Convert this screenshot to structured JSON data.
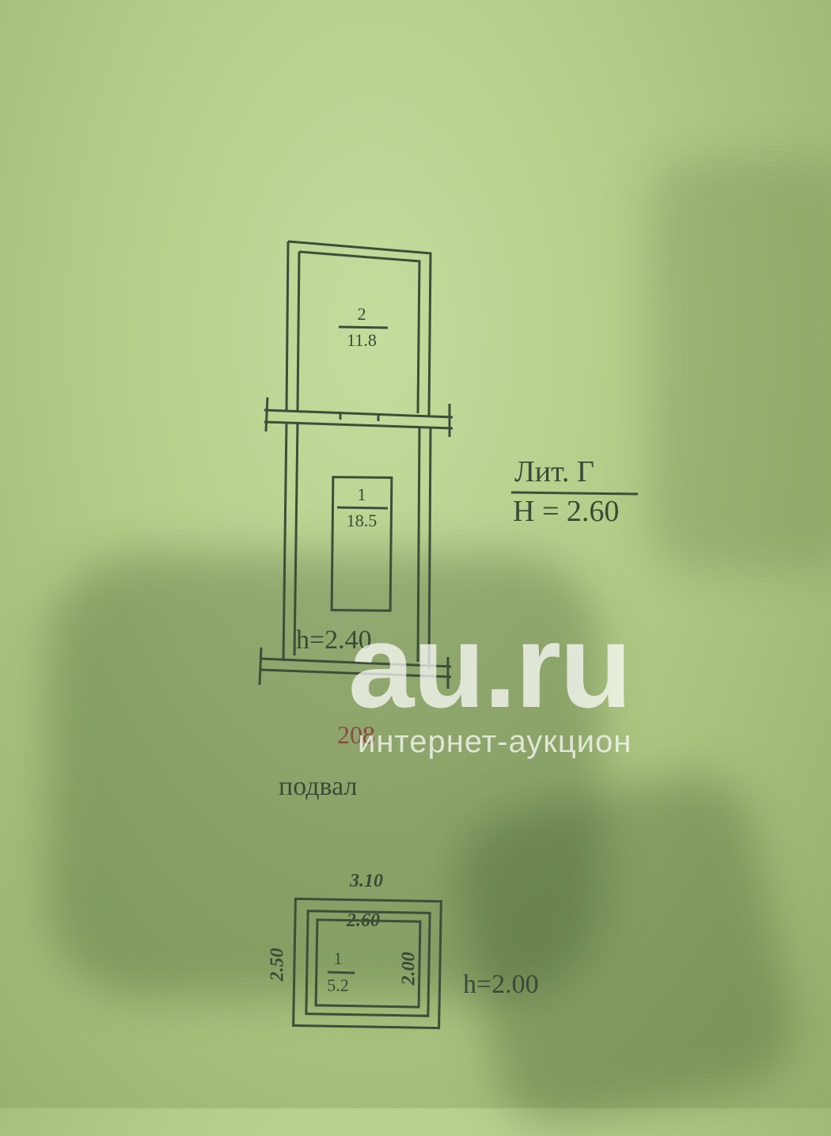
{
  "plan": {
    "room2": {
      "number": "2",
      "area": "11.8"
    },
    "room1": {
      "number": "1",
      "area": "18.5"
    },
    "lit_label": "Лит. Г",
    "height_label": "H = 2.60",
    "h_main": "h=2.40",
    "code": "208",
    "basement_label": "подвал",
    "basement": {
      "dim_top_outer": "3.10",
      "dim_top_inner": "2.60",
      "dim_left": "2.50",
      "dim_right": "2.00",
      "room_number": "1",
      "room_area": "5.2",
      "h_label": "h=2.00"
    }
  },
  "watermark": {
    "logo": "au.ru",
    "subtitle": "интернет-аукцион"
  }
}
